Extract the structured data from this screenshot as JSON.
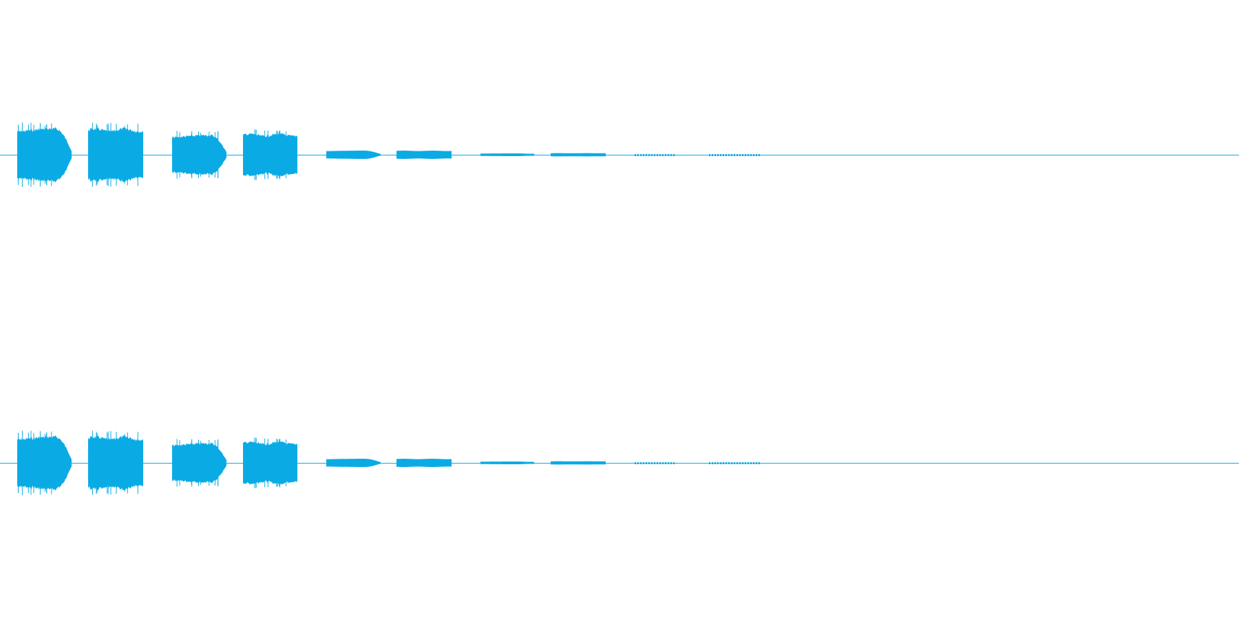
{
  "waveform": {
    "color": "#0aabe4",
    "background": "#ffffff",
    "channels": 2,
    "segments": [
      {
        "amplitude": 1.0,
        "shape": "burst-taper"
      },
      {
        "amplitude": 1.0,
        "shape": "burst-flat"
      },
      {
        "amplitude": 0.75,
        "shape": "burst-taper"
      },
      {
        "amplitude": 0.8,
        "shape": "burst-flat"
      },
      {
        "amplitude": 0.15,
        "shape": "tone-taper"
      },
      {
        "amplitude": 0.15,
        "shape": "tone-flat"
      },
      {
        "amplitude": 0.05,
        "shape": "tone-taper"
      },
      {
        "amplitude": 0.06,
        "shape": "tone-flat"
      },
      {
        "amplitude": 0.03,
        "shape": "dotted"
      },
      {
        "amplitude": 0.03,
        "shape": "dotted"
      }
    ]
  }
}
